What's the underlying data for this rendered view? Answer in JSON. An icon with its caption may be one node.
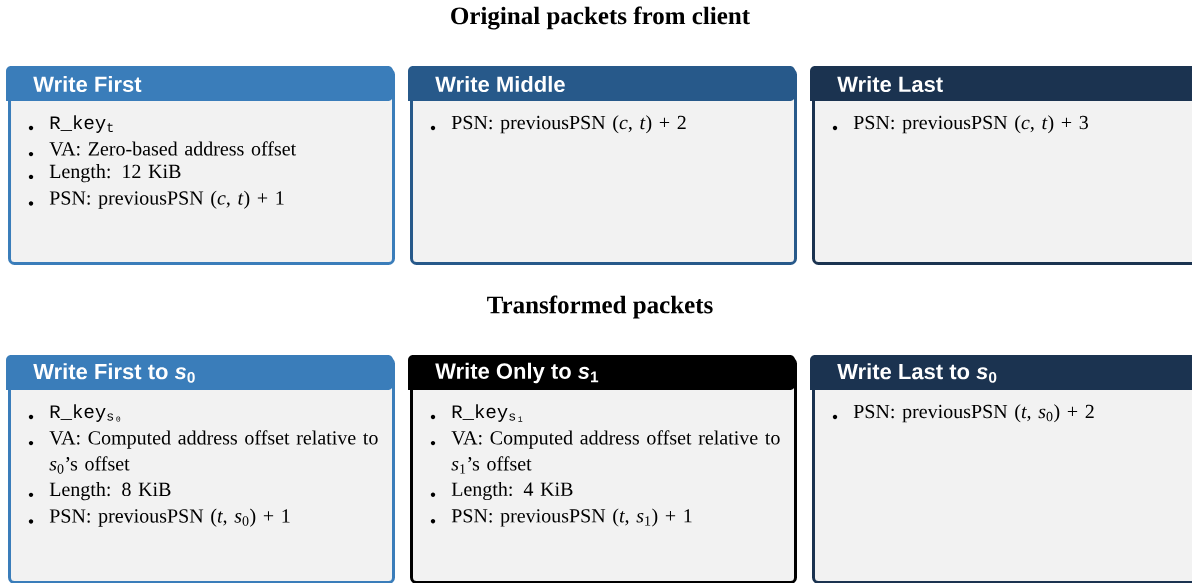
{
  "diagram": {
    "nodes": [
      {
        "text": [
          "Write First",
          "R_key$_{t}$",
          "VA: Zero-based address offset",
          "Length: 12 KiB",
          "PSN: previousPSN (*c*, *t*) + 1"
        ]
      },
      {
        "text": [
          "Write Middle",
          "PSN: previousPSN (*c*, *t*) + 2"
        ]
      },
      {
        "text": [
          "Write Last",
          "PSN: previousPSN (*c*, *t*) + 3"
        ]
      },
      {
        "text": [
          "Write First to *s*$_{0}$",
          "R_key$_{s₀}$",
          "VA: Computed address offset relative to *s*$_{0}$’s offset",
          "Length: 8 KiB",
          "PSN: previousPSN (*t*, *s*$_{0}$) + 1"
        ]
      },
      {
        "text": [
          "Write Only to *s*$_{1}$",
          "R_key$_{s₁}$",
          "VA: Computed address offset relative to *s*$_{1}$’s offset",
          "Length: 4 KiB",
          "PSN: previousPSN (*t*, *s*$_{1}$) + 1"
        ]
      },
      {
        "text": [
          "Write Last to *s*$_{0}$",
          "PSN: previousPSN (*t*, *s*$_{0}$) + 2"
        ]
      }
    ],
    "labels": [
      "Original packets from client",
      "Transformed packets"
    ]
  }
}
